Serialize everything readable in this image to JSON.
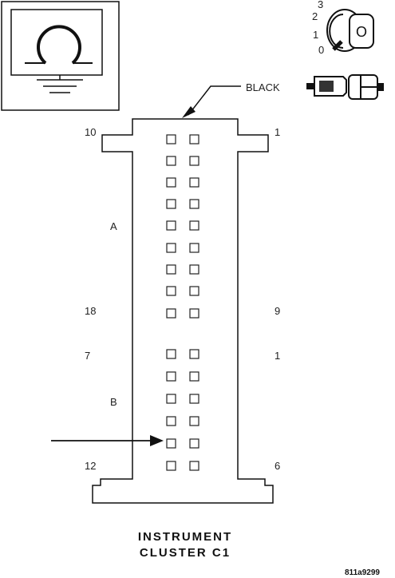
{
  "connector": {
    "color_label": "BLACK",
    "title_line1": "INSTRUMENT",
    "title_line2": "CLUSTER C1",
    "section_a": {
      "label": "A",
      "top_left": "10",
      "top_right": "1",
      "bottom_left": "18",
      "bottom_right": "9"
    },
    "section_b": {
      "label": "B",
      "top_left": "7",
      "top_right": "1",
      "bottom_left": "12",
      "bottom_right": "6"
    }
  },
  "ignition": {
    "positions": [
      "3",
      "2",
      "1",
      "0"
    ],
    "key_label": "O"
  },
  "figure_code": "811a9299",
  "icons": {
    "meter_symbol": "ohm-meter-ground-icon",
    "ignition_symbol": "ignition-key-icon",
    "connector_symbol": "connector-pair-icon"
  }
}
